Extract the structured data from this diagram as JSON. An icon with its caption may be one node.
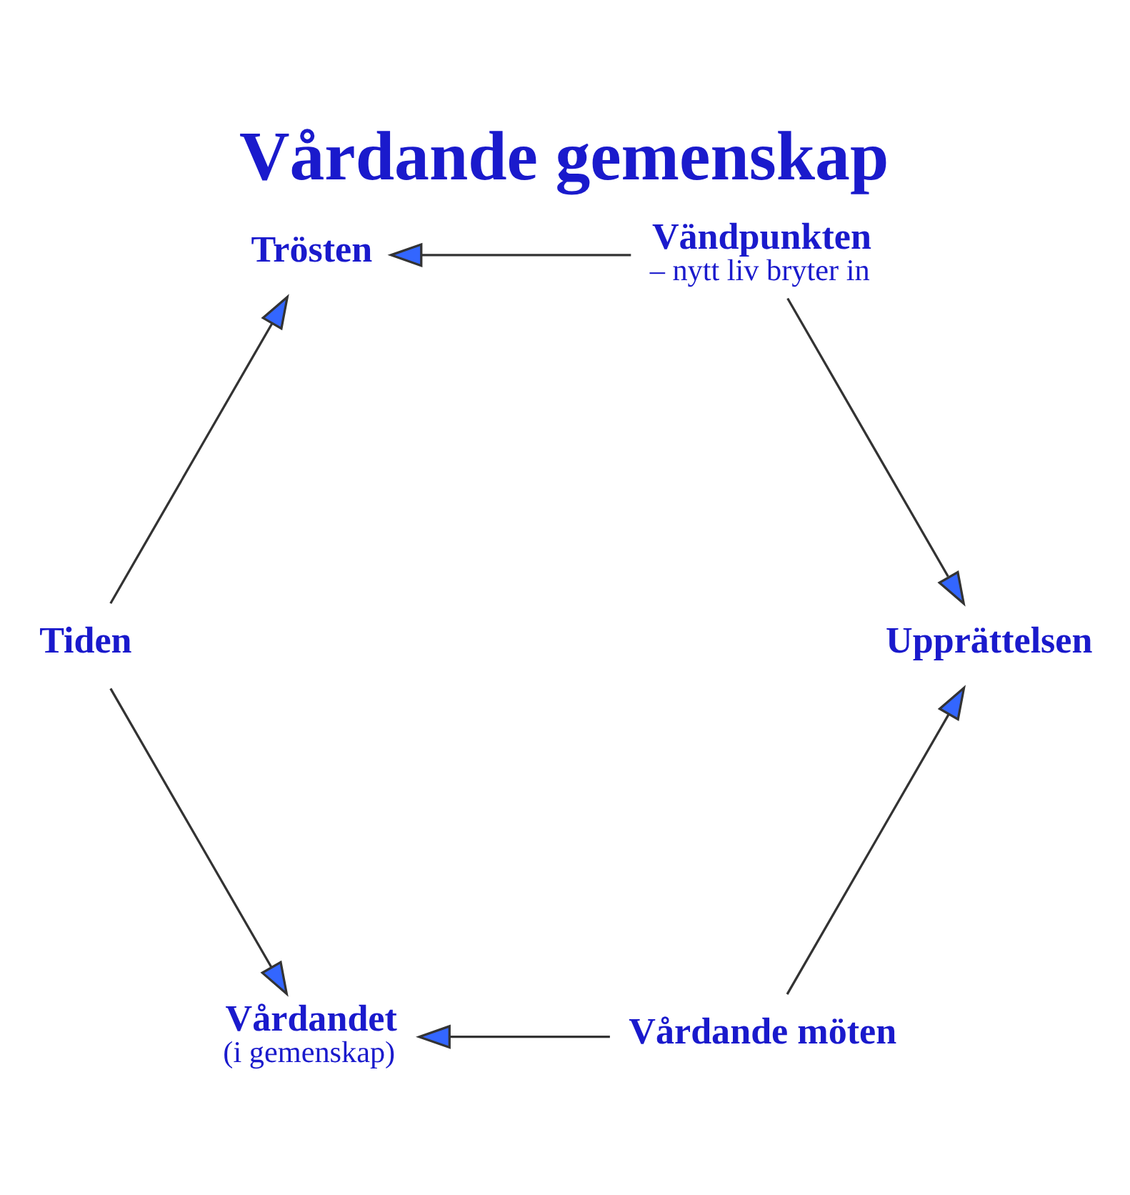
{
  "diagram": {
    "title": "Vårdande gemenskap",
    "nodes": [
      {
        "text": [
          "Vårdande möten"
        ]
      },
      {
        "text": [
          "Vårdandet",
          "(i gemenskap)"
        ]
      },
      {
        "text": [
          "Tiden"
        ]
      },
      {
        "text": [
          "Trösten"
        ]
      },
      {
        "text": [
          "Vändpunkten",
          "– nytt liv bryter in"
        ]
      },
      {
        "text": [
          "Upprättelsen"
        ]
      }
    ],
    "edges": [
      {
        "from": 0,
        "to": 1,
        "arrow": "to"
      },
      {
        "from": 2,
        "to": 1,
        "arrow": "to"
      },
      {
        "from": 2,
        "to": 3,
        "arrow": "to"
      },
      {
        "from": 4,
        "to": 3,
        "arrow": "to"
      },
      {
        "from": 4,
        "to": 5,
        "arrow": "to"
      },
      {
        "from": 0,
        "to": 5,
        "arrow": "to"
      }
    ]
  }
}
